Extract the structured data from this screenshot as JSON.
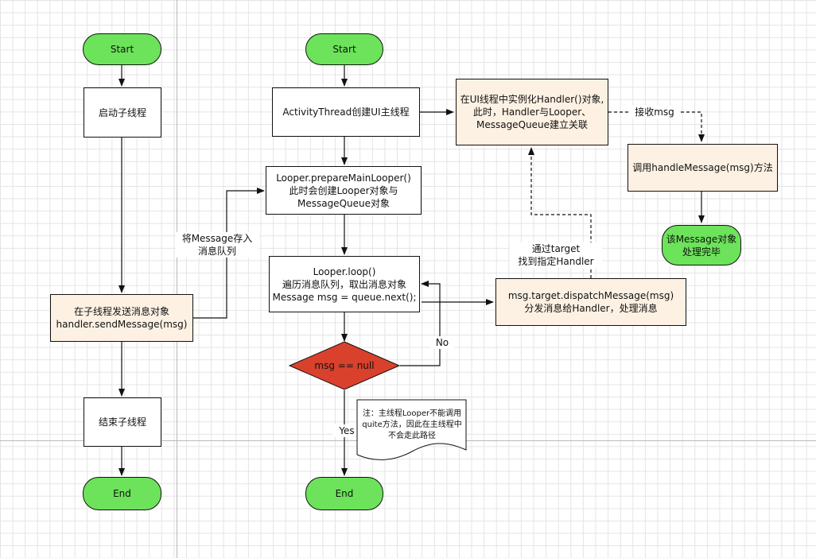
{
  "diagram": {
    "left_flow": {
      "start": "Start",
      "start_thread": "启动子线程",
      "send_message": "在子线程发送消息对象\nhandler.sendMessage(msg)",
      "end_thread": "结束子线程",
      "end": "End"
    },
    "main_flow": {
      "start": "Start",
      "create_ui_thread": "ActivityThread创建UI主线程",
      "prepare_main_looper": "Looper.prepareMainLooper()\n此时会创建Looper对象与\nMessageQueue对象",
      "loop": "Looper.loop()\n遍历消息队列，取出消息对象\nMessage msg = queue.next();",
      "decision": "msg == null",
      "end": "End"
    },
    "handler_flow": {
      "instantiate_handler": "在UI线程中实例化Handler()对象,\n此时，Handler与Looper、\nMessageQueue建立关联",
      "handle_message": "调用handleMessage(msg)方法",
      "processed": "该Message对象\n处理完毕",
      "dispatch": "msg.target.dispatchMessage(msg)\n分发消息给Handler，处理消息"
    },
    "edge_labels": {
      "enqueue": "将Message存入\n消息队列",
      "receive": "接收msg",
      "find_handler": "通过target\n找到指定Handler",
      "no": "No",
      "yes": "Yes"
    },
    "note": "注：主线程Looper不能调用\nquite方法，因此在主线程中\n不会走此路径",
    "colors": {
      "terminal": "#6ce35a",
      "highlight": "#fdf1e3",
      "decision": "#d9412d",
      "border": "#111111"
    }
  }
}
